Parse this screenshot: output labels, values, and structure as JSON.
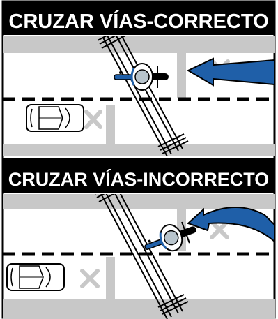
{
  "panels": [
    {
      "id": "correct",
      "title": "CRUZAR VÍAS-CORRECTO"
    },
    {
      "id": "incorrect",
      "title": "CRUZAR VÍAS-INCORRECTO"
    }
  ],
  "colors": {
    "title_bar": "#000000",
    "title_text": "#ffffff",
    "road_shoulder": "#c8c8c8",
    "lane_line": "#000000",
    "arrow_fill": "#1f5fa8",
    "cross_mark": "#c8c8c8",
    "rider_jacket": "#1f5fa8"
  },
  "icons": [
    "motorcycle-rider-icon",
    "car-icon",
    "x-mark-icon",
    "direction-arrow-icon",
    "railroad-track-icon"
  ]
}
